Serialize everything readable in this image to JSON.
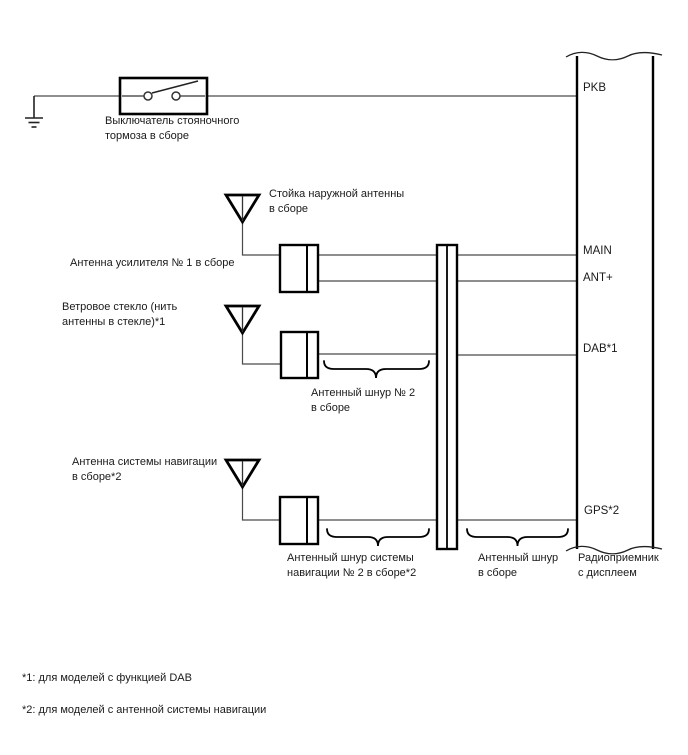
{
  "diagram": {
    "type": "wiring-schematic",
    "colors": {
      "background": "#ffffff",
      "wire": "#4a4a4a",
      "symbol": "#000000",
      "text": "#1a1a1a"
    },
    "labels": {
      "parking_brake": "Выключатель стояночного\nтормоза в сборе",
      "antenna_pole": "Стойка наружной антенны\nв сборе",
      "amp_antenna": "Антенна усилителя № 1 в сборе",
      "windshield": "Ветровое стекло (нить\nантенны в стекле)*1",
      "cord2": "Антенный шнур № 2\nв сборе",
      "nav_antenna": "Антенна системы навигации\nв сборе*2",
      "nav_cord": "Антенный шнур системы\nнавигации № 2 в сборе*2",
      "cord": "Антенный шнур\nв сборе",
      "radio": "Радиоприемник\nс дисплеем"
    },
    "pins": {
      "pkb": "PKB",
      "main": "MAIN",
      "ant": "ANT+",
      "dab": "DAB*1",
      "gps": "GPS*2"
    },
    "footnotes": {
      "f1": "*1: для моделей с функцией DAB",
      "f2": "*2: для моделей с антенной системы навигации"
    }
  }
}
